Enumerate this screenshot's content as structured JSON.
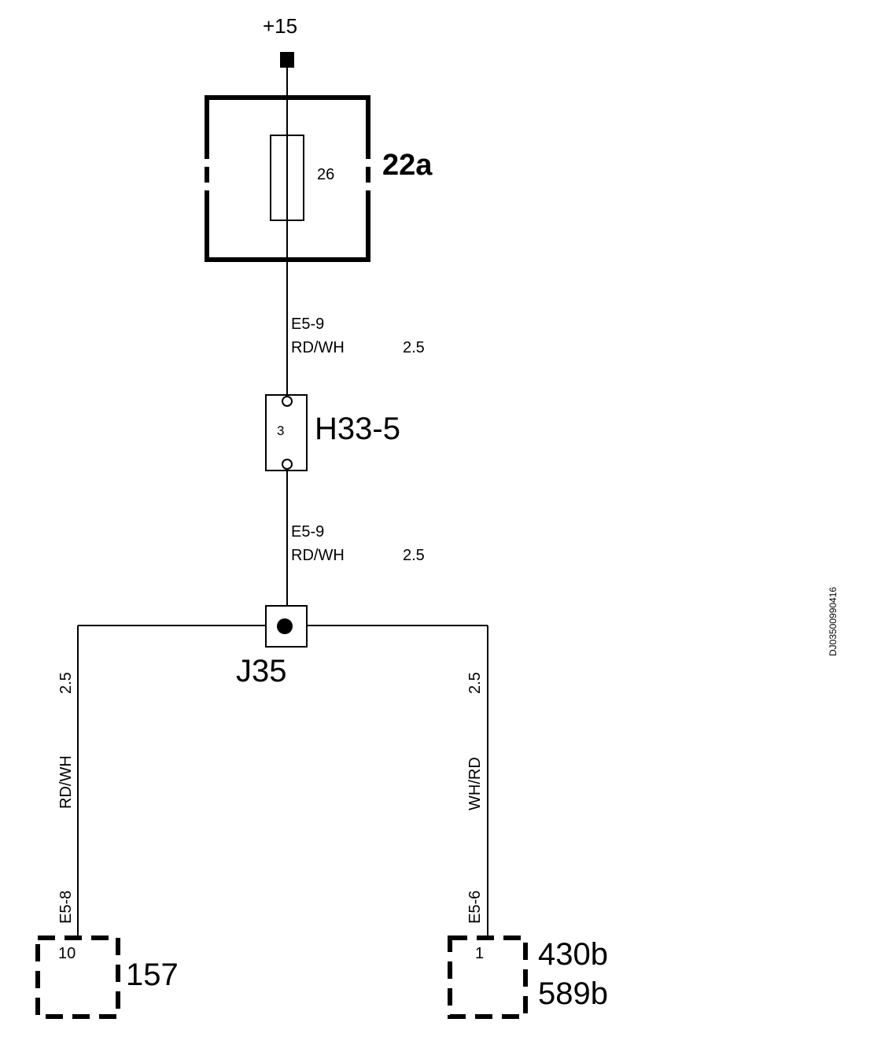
{
  "diagram": {
    "supply_label": "+15",
    "fuse_box": {
      "id": "22a",
      "fuse_number": "26"
    },
    "wire_upper": {
      "code": "E5-9",
      "color": "RD/WH",
      "size": "2.5"
    },
    "connector_h33": {
      "id": "H33-5",
      "pin": "3"
    },
    "wire_middle": {
      "code": "E5-9",
      "color": "RD/WH",
      "size": "2.5"
    },
    "junction": {
      "id": "J35"
    },
    "branch_left": {
      "size": "2.5",
      "color": "RD/WH",
      "code": "E5-8"
    },
    "branch_right": {
      "size": "2.5",
      "color": "WH/RD",
      "code": "E5-6"
    },
    "connector_left": {
      "pin": "10",
      "id": "157"
    },
    "connector_right": {
      "pin": "1",
      "ids": [
        "430b",
        "589b"
      ]
    },
    "drawing_id": "DJ03500990416"
  }
}
